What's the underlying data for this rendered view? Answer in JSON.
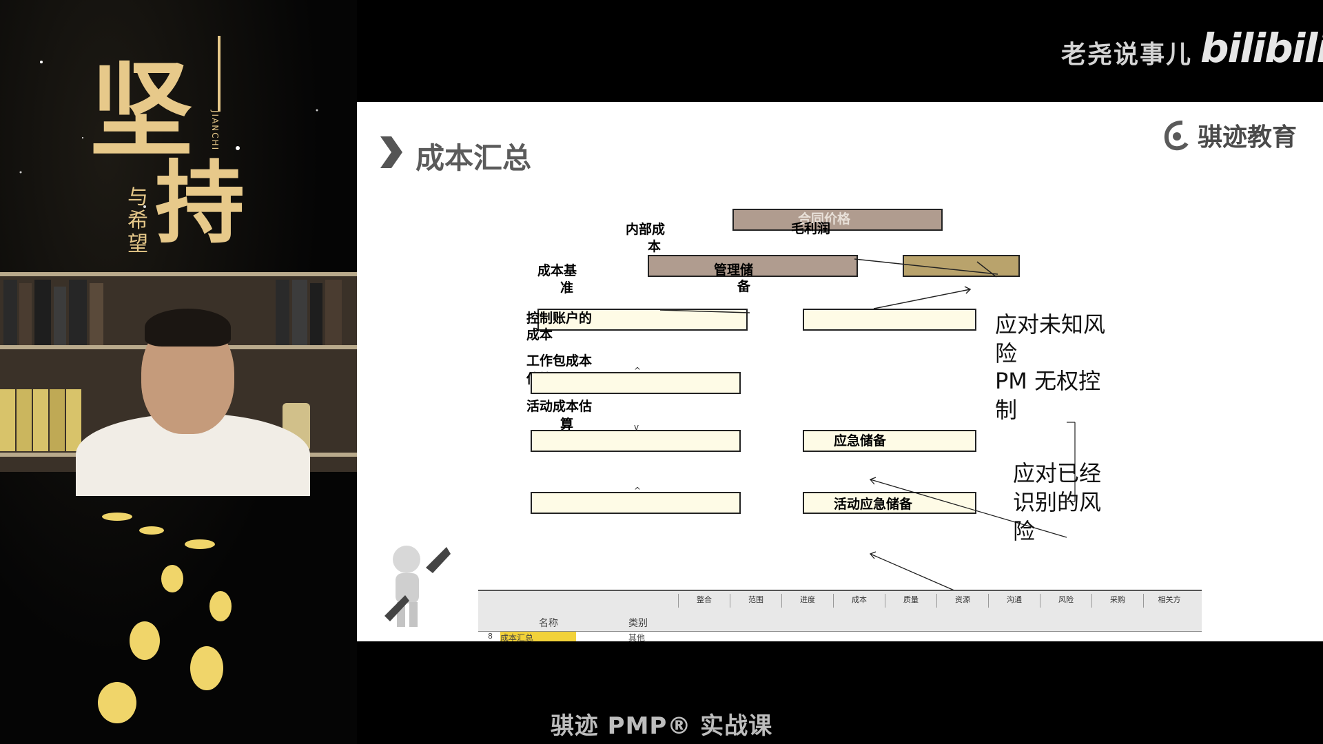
{
  "branding": {
    "channel": "老尧说事儿",
    "platform": "bilibili"
  },
  "poster": {
    "title_line1": "坚",
    "title_line2": "持",
    "subtitle": "与希望",
    "pinyin": "JIANCHI"
  },
  "slide": {
    "title": "成本汇总",
    "logo_text": "骐迹教育",
    "labels": {
      "contract_price": "合同价格",
      "profit": "毛利润",
      "internal_cost_1": "内部成",
      "internal_cost_2": "本",
      "mgmt_reserve_1": "管理储",
      "mgmt_reserve_2": "备",
      "baseline_1": "成本基",
      "baseline_2": "准",
      "control_account_1": "控制账户的",
      "control_account_2": "成本",
      "work_package_1": "工作包成本",
      "work_package_2": "估算",
      "activity_1": "活动成本估",
      "activity_2": "算",
      "contingency": "应急储备",
      "activity_contingency": "活动应急储备"
    },
    "notes": {
      "unknown_1": "应对未知风",
      "unknown_2": "险",
      "unknown_3": "PM 无权控",
      "unknown_4": "制",
      "known_1": "应对已经",
      "known_2": "识别的风",
      "known_3": "险"
    },
    "table": {
      "groups": [
        "整合",
        "范围",
        "进度",
        "成本",
        "质量",
        "资源",
        "沟通",
        "风险",
        "采购",
        "相关方"
      ],
      "col_name": "名称",
      "col_type": "类别",
      "row_name": "成本汇总",
      "row_type": "其他",
      "row_num": "8"
    }
  },
  "caption": "骐迹 PMP® 实战课"
}
